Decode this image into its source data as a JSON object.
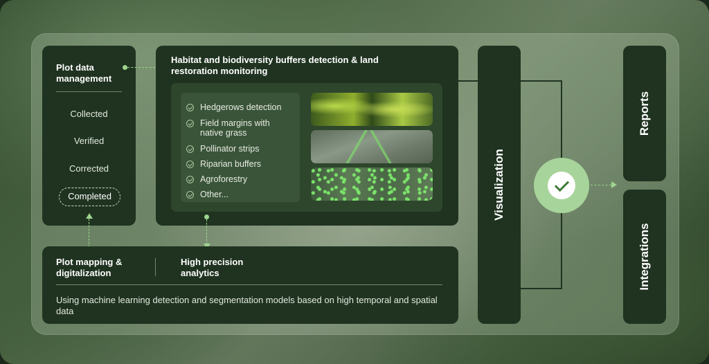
{
  "plot_data": {
    "title": "Plot data management",
    "statuses": [
      "Collected",
      "Verified",
      "Corrected"
    ],
    "completed": "Completed"
  },
  "habitat": {
    "title": "Habitat and biodiversity buffers detection & land restoration monitoring",
    "items": [
      "Hedgerows detection",
      "Field margins with native grass",
      "Pollinator strips",
      "Riparian buffers",
      "Agroforestry",
      "Other..."
    ],
    "icon": "check-circle-icon"
  },
  "bottom": {
    "mapping": "Plot mapping & digitalization",
    "analytics": "High precision analytics",
    "description": "Using machine learning detection and segmentation models based on high temporal and spatial data"
  },
  "visualization": {
    "label": "Visualization"
  },
  "reports": {
    "label": "Reports"
  },
  "integrations": {
    "label": "Integrations"
  },
  "colors": {
    "panel": "#1f3320",
    "accent": "#9fd48f",
    "check_circle": "#a7d49a"
  }
}
